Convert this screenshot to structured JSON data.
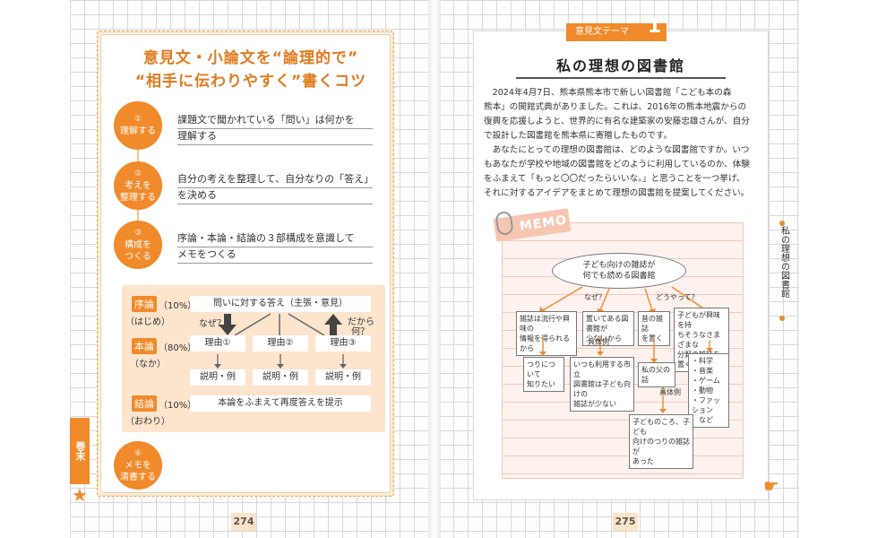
{
  "left": {
    "title_line1": "意見文・小論文を“論理的で”",
    "title_line2": "“相手に伝わりやすく”書くコツ",
    "steps": [
      {
        "num": "①",
        "label_1": "理解する",
        "label_2": "",
        "text_1": "課題文で聞かれている「問い」は何かを",
        "text_2": "理解する"
      },
      {
        "num": "②",
        "label_1": "考えを",
        "label_2": "整理する",
        "text_1": "自分の考えを整理して、自分なりの「答え」",
        "text_2": "を決める"
      },
      {
        "num": "③",
        "label_1": "構成を",
        "label_2": "つくる",
        "text_1": "序論・本論・結論の３部構成を意識して",
        "text_2": "メモをつくる"
      },
      {
        "num": "④",
        "label_1": "メモを",
        "label_2": "清書する",
        "text_1": "",
        "text_2": ""
      }
    ],
    "structure": {
      "intro_tag": "序論",
      "intro_pct": "（10%）",
      "intro_sub": "（はじめ）",
      "body_tag": "本論",
      "body_pct": "（80%）",
      "body_sub": "（なか）",
      "concl_tag": "結論",
      "concl_pct": "（10%）",
      "concl_sub": "（おわり）",
      "answer": "問いに対する答え（主張・意見）",
      "why": "なぜ？",
      "because": "だから",
      "what": "何？",
      "reasons": [
        "理由①",
        "理由②",
        "理由③"
      ],
      "explanations": [
        "説明・例",
        "説明・例",
        "説明・例"
      ],
      "conclusion": "本論をふまえて再度答えを提示"
    },
    "side_tab": "巻末",
    "page_number": "274"
  },
  "right": {
    "badge": "意見文テーマ",
    "badge_num": "1",
    "title": "私の理想の図書館",
    "paragraph_1": [
      "　2024年4月7日、熊本県熊本市で新しい図書館「こども本の森",
      "熊本」の開館式典がありました。これは、2016年の熊本地震からの",
      "復興を応援しようと、世界的に有名な建築家の安藤忠雄さんが、自分",
      "で設計した図書館を熊本県に寄贈したものです。"
    ],
    "paragraph_2": [
      "　あなたにとっての理想の図書館は、どのような図書館ですか。いつ",
      "もあなたが学校や地域の図書館をどのように利用しているのか、体験",
      "をふまえて「もっと〇〇だったらいいな。」と思うことを一つ挙げ、",
      "それに対するアイデアをまとめて理想の図書館を提案してください。"
    ],
    "memo_label": "MEMO",
    "memo": {
      "center_1": "子ども向けの雑誌が",
      "center_2": "何でも読める図書館",
      "why": "なぜ？",
      "how": "どうやって？",
      "box_a": [
        "雑誌は流行や興味の",
        "情報を得られるから"
      ],
      "box_b": [
        "置いてある図書館が",
        "少ないから"
      ],
      "box_c": [
        "昔の雑誌",
        "を置く"
      ],
      "box_d": [
        "子どもが興味を持",
        "ちそうなさまざまな",
        "分野の雑誌を置く"
      ],
      "box_e": [
        "つりについて",
        "知りたい"
      ],
      "box_f": [
        "いつも利用する市立",
        "図書館は子ども向けの",
        "雑誌が少ない"
      ],
      "box_g": [
        "私の父の話"
      ],
      "box_h": [
        "・科学",
        "・音楽",
        "・ゲーム",
        "・動物",
        "・ファッション",
        "　など"
      ],
      "box_i": [
        "子どものころ、子ども",
        "向けのつりの雑誌が",
        "あった"
      ],
      "note_1": "具体例",
      "note_2": "具体例"
    },
    "side_label": "私の理想の図書館",
    "page_number": "275"
  }
}
